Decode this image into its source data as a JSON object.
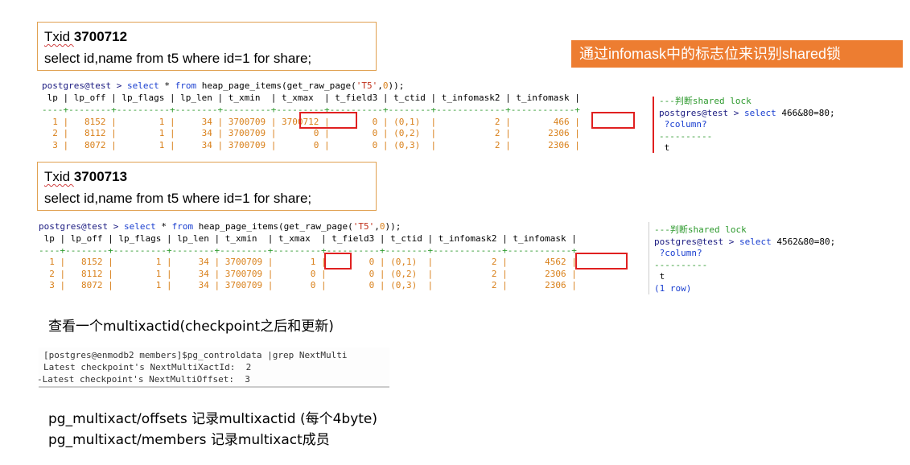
{
  "tx1": {
    "label": "Txid ",
    "id": "3700712",
    "sql": "select id,name from t5 where id=1 for share;"
  },
  "tx2": {
    "label": "Txid ",
    "id": "3700713",
    "sql": "select id,name from t5 where id=1 for share;"
  },
  "banner": "通过infomask中的标志位来识别shared锁",
  "query": {
    "prompt": "postgres@test > ",
    "select": "select",
    "rest1": " * ",
    "from": "from",
    "rest2": " heap_page_items(get_raw_page(",
    "tbl": "'T5'",
    "comma": ",",
    "zero": "0",
    "end": "));"
  },
  "table_header": " lp | lp_off | lp_flags | lp_len | t_xmin  | t_xmax  | t_field3 | t_ctid | t_infomask2 | t_infomask |",
  "table_sep": "----+--------+----------+--------+---------+---------+----------+--------+-------------+------------+",
  "table1_rows": [
    "  1 |   8152 |        1 |     34 | 3700709 | 3700712 |        0 | (0,1)  |           2 |        466 |",
    "  2 |   8112 |        1 |     34 | 3700709 |       0 |        0 | (0,2)  |           2 |       2306 |",
    "  3 |   8072 |        1 |     34 | 3700709 |       0 |        0 | (0,3)  |           2 |       2306 |"
  ],
  "table2_rows": [
    "  1 |   8152 |        1 |     34 | 3700709 |       1 |        0 | (0,1)  |           2 |       4562 |",
    "  2 |   8112 |        1 |     34 | 3700709 |       0 |        0 | (0,2)  |           2 |       2306 |",
    "  3 |   8072 |        1 |     34 | 3700709 |       0 |        0 | (0,3)  |           2 |       2306 |"
  ],
  "side1": {
    "comment": "---判断shared lock",
    "prompt": "postgres@test > ",
    "kw": "select",
    "expr": " 466&80=80;",
    "col": " ?column?",
    "sep": "----------",
    "val": " t"
  },
  "side2": {
    "comment": "---判断shared lock",
    "prompt": "postgres@test > ",
    "kw": "select",
    "expr": " 4562&80=80;",
    "col": " ?column?",
    "sep": "----------",
    "val": " t",
    "rows": "(1 row)"
  },
  "multixact_heading": "查看一个multixactid(checkpoint之后和更新)",
  "pg_controldata": {
    "cmd": "[postgres@enmodb2 members]$pg_controldata |grep NextMulti",
    "line1": "Latest checkpoint's NextMultiXactId:  2",
    "line2": "-Latest checkpoint's NextMultiOffset:  3"
  },
  "notes": {
    "offsets": "pg_multixact/offsets  记录multixactid (每个4byte)",
    "members": "pg_multixact/members 记录multixact成员"
  },
  "colors": {
    "banner_bg": "#ed7d31",
    "box_border": "#e0a050",
    "highlight": "#e02020",
    "keyword": "#1a3fd0"
  }
}
